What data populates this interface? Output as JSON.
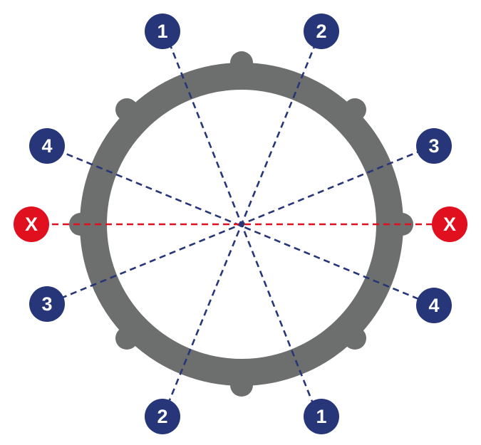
{
  "colors": {
    "ring": "#6d6e6e",
    "navy": "#263678",
    "red": "#e0101e",
    "badge_text": "#ffffff",
    "background": "#ffffff"
  },
  "lines": [
    {
      "id": "1",
      "color": "navy"
    },
    {
      "id": "2",
      "color": "navy"
    },
    {
      "id": "3",
      "color": "navy"
    },
    {
      "id": "4",
      "color": "navy"
    },
    {
      "id": "x",
      "color": "red"
    }
  ],
  "badges": {
    "line_1_top": "1",
    "line_1_bottom": "1",
    "line_2_top": "2",
    "line_2_bottom": "2",
    "line_3_right": "3",
    "line_3_left": "3",
    "line_4_left": "4",
    "line_4_right": "4",
    "line_x_left": "X",
    "line_x_right": "X"
  }
}
